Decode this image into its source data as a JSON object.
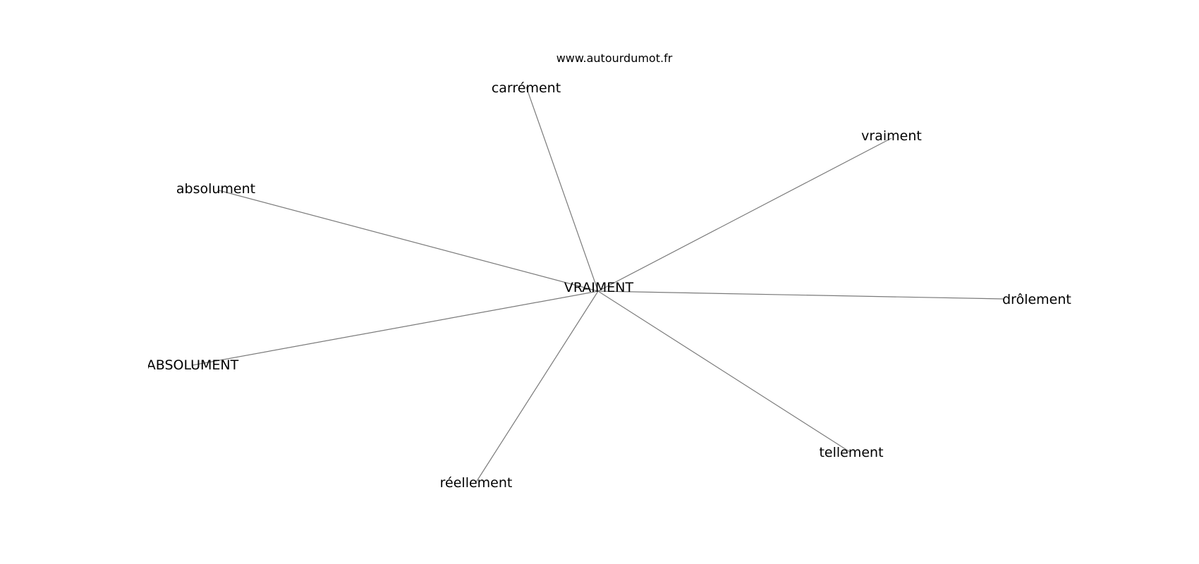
{
  "source": "www.autourdumot.fr",
  "graph": {
    "center": "VRAIMENT",
    "nodes": [
      "carrément",
      "vraiment",
      "absolument",
      "drôlement",
      "ABSOLUMENT",
      "tellement",
      "réellement"
    ]
  }
}
